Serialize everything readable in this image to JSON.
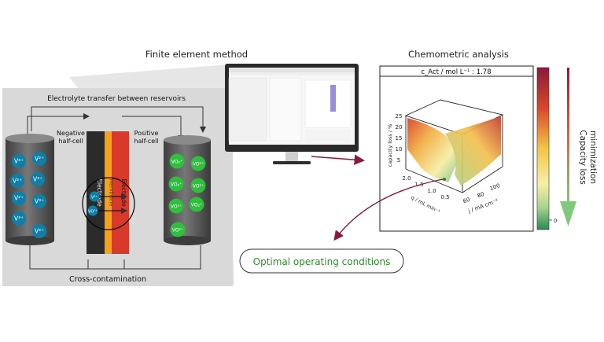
{
  "titles": {
    "fem": "Finite element method",
    "chemometric": "Chemometric analysis"
  },
  "cell": {
    "transfer_label": "Electrolyte transfer between reservoirs",
    "negative_label": [
      "Negative",
      "half-cell"
    ],
    "positive_label": [
      "Positive",
      "half-cell"
    ],
    "electrode_left": "Electrode",
    "membrane": "Membrane",
    "electrode_right": "Electrode",
    "crosscontamination": "Cross-contamination",
    "left_ions": [
      "V³⁺",
      "V²⁺",
      "V²⁺",
      "V³⁺",
      "V²⁺",
      "V³⁺",
      "V³⁺",
      "V²⁺"
    ],
    "right_ions": [
      "VO₂⁺",
      "VO²⁺",
      "VO₂⁺",
      "VO²⁺",
      "VO²⁺",
      "VO₂⁺",
      "VO²⁺"
    ],
    "membrane_ions": [
      "V³⁺",
      "VO²⁺"
    ]
  },
  "plot": {
    "header": "c_Act / mol L⁻¹ : 1.78",
    "zlabel": "capacity loss / %",
    "xlabel": "j / mA cm⁻²",
    "ylabel": "q / mL min⁻¹",
    "z_ticks": [
      "25",
      "20",
      "15",
      "10",
      "5"
    ],
    "x_ticks": [
      "60",
      "80",
      "100"
    ],
    "y_ticks": [
      "2.0",
      "1.5",
      "1.0",
      "0.5"
    ],
    "colorbar_zero": "0"
  },
  "arrow_label": [
    "Capacity loss",
    "minimization"
  ],
  "optimal": "Optimal operating conditions",
  "colors": {
    "teal_ion": "#0e7fa8",
    "green_ion": "#2fbf3d",
    "electrode_dark": "#2b2b2b",
    "membrane": "#f4a21a",
    "electrode_red": "#d8392b",
    "optimal_text": "#2e8b2e",
    "arrow_green": "#7fc97a",
    "link_arrow": "#8a1a3c"
  }
}
